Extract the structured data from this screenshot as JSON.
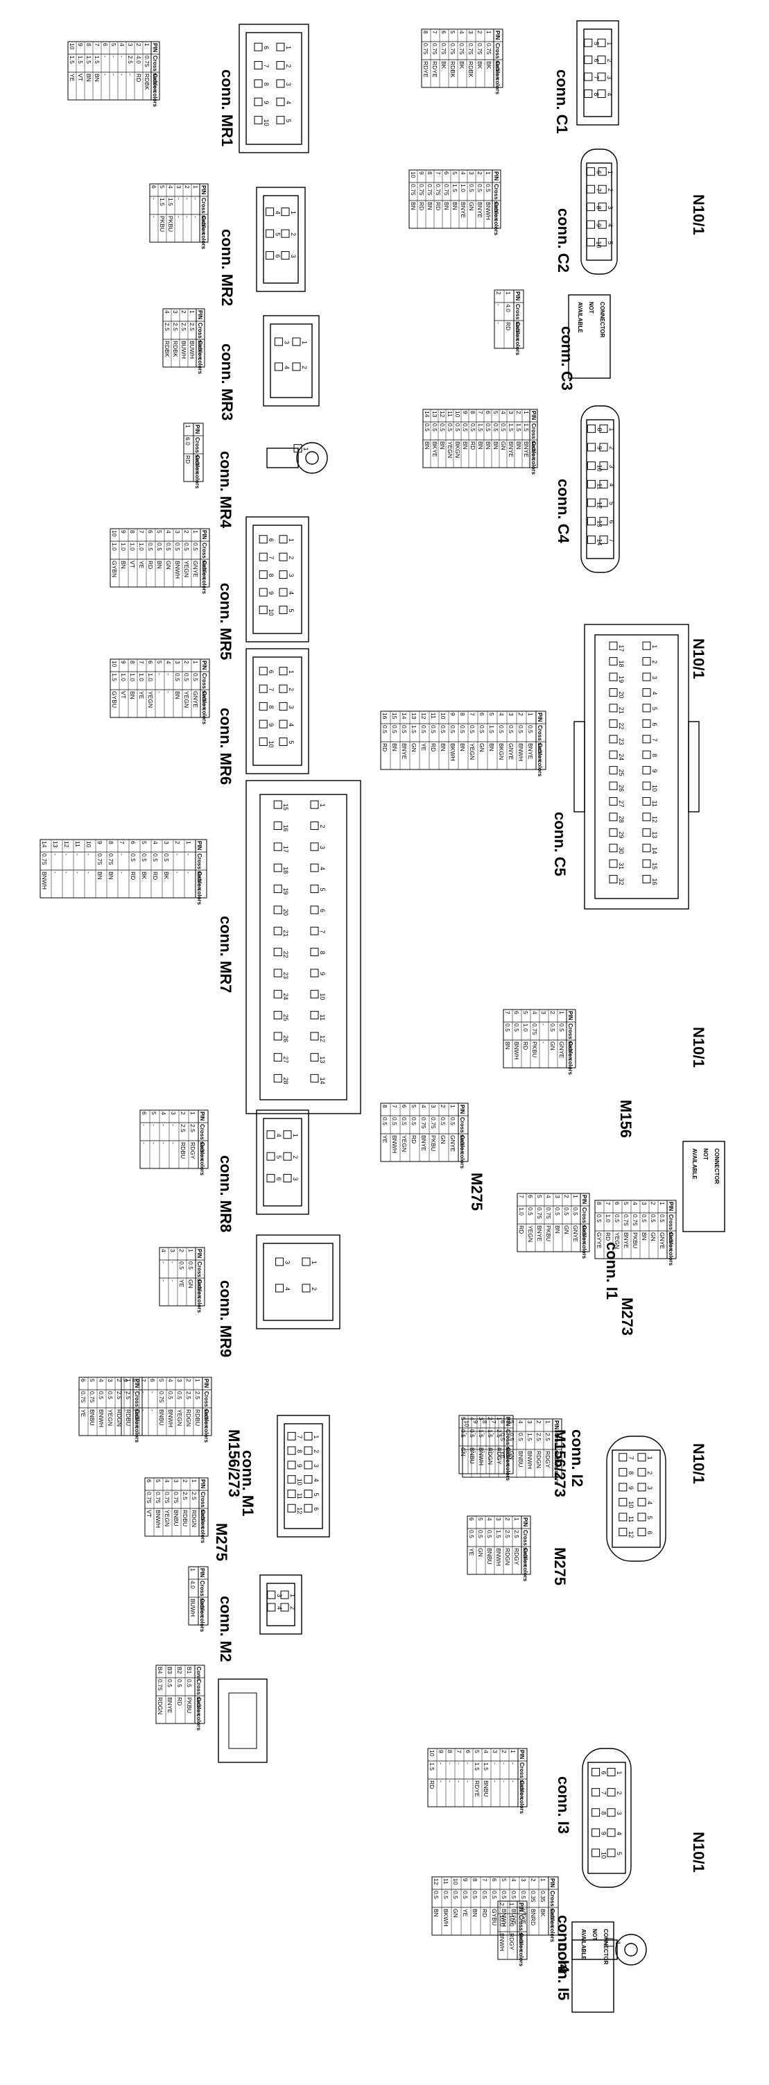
{
  "headers": {
    "pin": "PIN",
    "cross_section": "Cross section",
    "cable_colors": "Cable colors",
    "conn": "Conn"
  },
  "section_labels": [
    "N10/1",
    "N10/1",
    "N10/1",
    "N10/1",
    "N10/1"
  ],
  "not_available": "CONNECTOR NOT AVAILABLE",
  "connectors": [
    {
      "id": "c1",
      "label": "conn. C1",
      "rows": [
        [
          "1",
          "0.75",
          "BK"
        ],
        [
          "2",
          "0.75",
          "BK"
        ],
        [
          "3",
          "0.75",
          "RDBK"
        ],
        [
          "4",
          "0.75",
          "BK"
        ],
        [
          "5",
          "0.75",
          "RDBK"
        ],
        [
          "6",
          "0.75",
          "BK"
        ],
        [
          "7",
          "0.75",
          "RDYE"
        ],
        [
          "8",
          "0.75",
          "RDYE"
        ]
      ]
    },
    {
      "id": "c2",
      "label": "conn. C2",
      "rows": [
        [
          "1",
          "0.5",
          "BNWH"
        ],
        [
          "2",
          "0.5",
          "BNYE"
        ],
        [
          "3",
          "0.5",
          "GN"
        ],
        [
          "4",
          "1.0",
          "BNYE"
        ],
        [
          "5",
          "1.5",
          "BN"
        ],
        [
          "6",
          "0.75",
          "BN"
        ],
        [
          "7",
          "0.75",
          "RD"
        ],
        [
          "8",
          "0.75",
          "BN"
        ],
        [
          "9",
          "0.75",
          "RD"
        ],
        [
          "10",
          "0.75",
          "BN"
        ]
      ]
    },
    {
      "id": "c3",
      "label": "conn. C3",
      "rows": [
        [
          "1",
          "4.0",
          "RD"
        ],
        [
          "2",
          "-",
          "-"
        ]
      ]
    },
    {
      "id": "c4",
      "label": "conn. C4",
      "rows": [
        [
          "1",
          "1.5",
          "BNYE"
        ],
        [
          "2",
          "1.5",
          "BN"
        ],
        [
          "3",
          "1.5",
          "BNYE"
        ],
        [
          "4",
          "0.5",
          "GN"
        ],
        [
          "5",
          "0.5",
          "BN"
        ],
        [
          "6",
          "0.5",
          "BN"
        ],
        [
          "7",
          "1.5",
          "BN"
        ],
        [
          "8",
          "0.5",
          "RD"
        ],
        [
          "9",
          "0.5",
          "BN"
        ],
        [
          "10",
          "0.5",
          "BKGN"
        ],
        [
          "11",
          "0.5",
          "YEGN"
        ],
        [
          "12",
          "0.5",
          "BN"
        ],
        [
          "13",
          "0.5",
          "BKYE"
        ],
        [
          "14",
          "0.5",
          "BN"
        ]
      ]
    },
    {
      "id": "c5",
      "label": "conn. C5",
      "rows": [
        [
          "1",
          "0.5",
          "BNYE"
        ],
        [
          "2",
          "0.5",
          "BNWH"
        ],
        [
          "3",
          "0.5",
          "GNYE"
        ],
        [
          "4",
          "0.5",
          "BKGN"
        ],
        [
          "5",
          "1.5",
          "BN"
        ],
        [
          "6",
          "0.5",
          "GN"
        ],
        [
          "7",
          "0.5",
          "YEGN"
        ],
        [
          "8",
          "0.5",
          "BN"
        ],
        [
          "9",
          "0.5",
          "BKWH"
        ],
        [
          "10",
          "0.5",
          "BN"
        ],
        [
          "11",
          "0.5",
          "RD"
        ],
        [
          "12",
          "0.5",
          "YE"
        ],
        [
          "13",
          "1.5",
          "GN"
        ],
        [
          "14",
          "0.5",
          "BNYE"
        ],
        [
          "15",
          "0.5",
          "BN"
        ],
        [
          "16",
          "0.5",
          "RD"
        ]
      ]
    },
    {
      "id": "mr1",
      "label": "conn. MR1",
      "rows": [
        [
          "1",
          "0.75",
          "RDBK"
        ],
        [
          "2",
          "4.0",
          "RD"
        ],
        [
          "3",
          "2.5",
          "-"
        ],
        [
          "4",
          "-",
          "-"
        ],
        [
          "5",
          "-",
          "-"
        ],
        [
          "6",
          "-",
          "-"
        ],
        [
          "7",
          "1.5",
          "BN"
        ],
        [
          "8",
          "1.5",
          "BN"
        ],
        [
          "9",
          "1.5",
          "VT"
        ],
        [
          "10",
          "1.5",
          "YE"
        ]
      ]
    },
    {
      "id": "mr2",
      "label": "conn. MR2",
      "rows": [
        [
          "1",
          "-",
          "-"
        ],
        [
          "2",
          "-",
          "-"
        ],
        [
          "3",
          "-",
          "-"
        ],
        [
          "4",
          "1.5",
          "PKBU"
        ],
        [
          "5",
          "1.5",
          "PKBU"
        ],
        [
          "6",
          "-",
          "-"
        ]
      ]
    },
    {
      "id": "mr3",
      "label": "conn. MR3",
      "rows": [
        [
          "1",
          "2.5",
          "BUWH"
        ],
        [
          "2",
          "2.5",
          "BUWH"
        ],
        [
          "3",
          "2.5",
          "RDBK"
        ],
        [
          "4",
          "2.5",
          "RDBK"
        ]
      ]
    },
    {
      "id": "mr4",
      "label": "conn. MR4",
      "rows": [
        [
          "1",
          "6.0",
          "RD"
        ]
      ]
    },
    {
      "id": "mr5",
      "label": "conn. MR5",
      "rows": [
        [
          "1",
          "0.5",
          "GNYE"
        ],
        [
          "2",
          "0.5",
          "YEGN"
        ],
        [
          "3",
          "0.5",
          "BNWH"
        ],
        [
          "4",
          "0.5",
          "GN"
        ],
        [
          "5",
          "0.5",
          "BN"
        ],
        [
          "6",
          "0.5",
          "RD"
        ],
        [
          "7",
          "1.0",
          "YE"
        ],
        [
          "8",
          "1.0",
          "VT"
        ],
        [
          "9",
          "1.0",
          "BN"
        ],
        [
          "10",
          "1.0",
          "GYBN"
        ]
      ]
    },
    {
      "id": "mr6",
      "label": "conn. MR6",
      "rows": [
        [
          "1",
          "0.5",
          "GNYE"
        ],
        [
          "2",
          "0.5",
          "YEGN"
        ],
        [
          "3",
          "0.5",
          "BN"
        ],
        [
          "4",
          "-",
          "-"
        ],
        [
          "5",
          "-",
          "-"
        ],
        [
          "6",
          "1.0",
          "YEGN"
        ],
        [
          "7",
          "1.0",
          "YE"
        ],
        [
          "8",
          "1.0",
          "BN"
        ],
        [
          "9",
          "1.0",
          "VT"
        ],
        [
          "10",
          "1.5",
          "GYBU"
        ]
      ]
    },
    {
      "id": "mr7",
      "label": "conn. MR7",
      "rows": [
        [
          "1",
          "-",
          "-"
        ],
        [
          "2",
          "-",
          "-"
        ],
        [
          "3",
          "0.5",
          "BK"
        ],
        [
          "4",
          "0.5",
          "RD"
        ],
        [
          "5",
          "0.5",
          "BK"
        ],
        [
          "6",
          "0.5",
          "RD"
        ],
        [
          "7",
          "-",
          "-"
        ],
        [
          "8",
          "0.75",
          "BN"
        ],
        [
          "9",
          "0.75",
          "BN"
        ],
        [
          "10",
          "-",
          "-"
        ],
        [
          "11",
          "-",
          "-"
        ],
        [
          "12",
          "-",
          "-"
        ],
        [
          "13",
          "-",
          "-"
        ],
        [
          "14",
          "0.75",
          "BNWH"
        ]
      ]
    },
    {
      "id": "mr8",
      "label": "conn. MR8",
      "rows": [
        [
          "1",
          "2.5",
          "RDGY"
        ],
        [
          "2",
          "2.5",
          "RDBU"
        ],
        [
          "3",
          "-",
          "-"
        ],
        [
          "4",
          "-",
          "-"
        ],
        [
          "5",
          "-",
          "-"
        ],
        [
          "6",
          "-",
          "-"
        ]
      ]
    },
    {
      "id": "mr9",
      "label": "conn. MR9",
      "rows": [
        [
          "1",
          "0.5",
          "GN"
        ],
        [
          "2",
          "0.5",
          "YE"
        ],
        [
          "3",
          "-",
          "-"
        ],
        [
          "4",
          "-",
          "-"
        ]
      ]
    },
    {
      "id": "m1",
      "label": "conn. M1",
      "rows": [
        [
          "1",
          "2.5",
          "RDBU"
        ],
        [
          "2",
          "2.5",
          "RDGN"
        ],
        [
          "3",
          "0.5",
          "YEGN"
        ],
        [
          "4",
          "0.5",
          "BNWH"
        ],
        [
          "5",
          "0.75",
          "BNBU"
        ],
        [
          "6",
          "-",
          "-"
        ],
        [
          "7",
          "-",
          "-"
        ],
        [
          "8",
          "-",
          "-"
        ],
        [
          "9",
          "-",
          "-"
        ]
      ]
    },
    {
      "id": "m2",
      "label": "conn. M2",
      "rows": [
        [
          "1",
          "4.0",
          "BUWH"
        ]
      ]
    },
    {
      "id": "i1",
      "label": "conn. I1",
      "rows": [
        [
          "1",
          "0.5",
          "GNYE"
        ],
        [
          "2",
          "0.5",
          "GN"
        ],
        [
          "3",
          "0.5",
          "BN"
        ],
        [
          "4",
          "0.75",
          "PKBU"
        ],
        [
          "5",
          "0.75",
          "BNYE"
        ],
        [
          "6",
          "0.5",
          "YEGN"
        ],
        [
          "7",
          "1.0",
          "RD"
        ],
        [
          "8",
          "0.5",
          "GYYE"
        ]
      ]
    },
    {
      "id": "i2",
      "label": "conn. I2",
      "rows": [
        [
          "1",
          "2.5",
          "RDGY"
        ],
        [
          "2",
          "2.5",
          "RDGN"
        ],
        [
          "3",
          "1.5",
          "BNWH"
        ],
        [
          "4",
          "0.5",
          "BNBU"
        ],
        [
          "5",
          "0.5",
          "GN"
        ],
        [
          "6",
          "0.5",
          "YE"
        ],
        [
          "7",
          "-",
          "-"
        ],
        [
          "8",
          "-",
          "-"
        ],
        [
          "9",
          "-",
          "-"
        ],
        [
          "10",
          "-",
          "-"
        ]
      ]
    },
    {
      "id": "i3",
      "label": "conn. I3",
      "rows": [
        [
          "1",
          "-",
          "-"
        ],
        [
          "2",
          "-",
          "-"
        ],
        [
          "3",
          "-",
          "-"
        ],
        [
          "4",
          "1.5",
          "BNBU"
        ],
        [
          "5",
          "1.5",
          "RDYE"
        ],
        [
          "6",
          "-",
          "-"
        ],
        [
          "7",
          "-",
          "-"
        ],
        [
          "8",
          "-",
          "-"
        ],
        [
          "9",
          "-",
          "-"
        ],
        [
          "10",
          "1.5",
          "RD"
        ]
      ]
    },
    {
      "id": "i4",
      "label": "conn. I4",
      "rows": [
        [
          "1",
          "10.0",
          "RDGY"
        ],
        [
          "2",
          "10.0",
          "BNWH"
        ]
      ]
    },
    {
      "id": "i5",
      "label": "conn. I5",
      "rows": [
        [
          "1",
          "0.35",
          "BK"
        ],
        [
          "2",
          "0.35",
          "BNRD"
        ],
        [
          "3",
          "0.5",
          "VTYE"
        ],
        [
          "4",
          "0.5",
          "BUYE"
        ],
        [
          "5",
          "0.5",
          "BNWH"
        ],
        [
          "6",
          "0.5",
          "GYBU"
        ],
        [
          "7",
          "0.5",
          "RD"
        ],
        [
          "8",
          "0.5",
          "BN"
        ],
        [
          "9",
          "0.5",
          "YE"
        ],
        [
          "10",
          "0.5",
          "GN"
        ],
        [
          "11",
          "0.5",
          "BKWH"
        ],
        [
          "12",
          "0.5",
          "BN"
        ]
      ]
    }
  ],
  "sub_tables": [
    {
      "id": "m156",
      "label": "M156",
      "rows": [
        [
          "1",
          "0.5",
          "GNYE"
        ],
        [
          "2",
          "0.5",
          "GN"
        ],
        [
          "3",
          "-",
          "-"
        ],
        [
          "4",
          "0.75",
          "PKBU"
        ],
        [
          "5",
          "1.0",
          "RD"
        ],
        [
          "6",
          "0.5",
          "BNWH"
        ],
        [
          "7",
          "0.5",
          "BN"
        ]
      ]
    },
    {
      "id": "m273",
      "label": "M273",
      "rows": [
        [
          "1",
          "0.5",
          "GNYE"
        ],
        [
          "2",
          "0.5",
          "GN"
        ],
        [
          "3",
          "0.5",
          "BN"
        ],
        [
          "4",
          "0.75",
          "PKBU"
        ],
        [
          "5",
          "0.75",
          "BNYE"
        ],
        [
          "6",
          "0.5",
          "YEGN"
        ],
        [
          "7",
          "1.0",
          "RD"
        ]
      ]
    },
    {
      "id": "m275",
      "label": "M275",
      "rows": [
        [
          "1",
          "0.5",
          "GNYE"
        ],
        [
          "2",
          "0.5",
          "GN"
        ],
        [
          "3",
          "0.75",
          "PKBU"
        ],
        [
          "4",
          "0.75",
          "BNYE"
        ],
        [
          "5",
          "0.5",
          "RD"
        ],
        [
          "6",
          "0.5",
          "YEGN"
        ],
        [
          "7",
          "0.5",
          "BNWH"
        ],
        [
          "8",
          "0.5",
          "YE"
        ]
      ]
    },
    {
      "id": "m156-273",
      "label": "M156/273",
      "rows": [
        [
          "1",
          "2.5",
          "RDBU"
        ],
        [
          "2",
          "2.5",
          "RDGN"
        ],
        [
          "3",
          "0.5",
          "YEGN"
        ],
        [
          "4",
          "0.5",
          "BNWH"
        ],
        [
          "5",
          "0.75",
          "BNBU"
        ],
        [
          "6",
          "0.75",
          "YE"
        ]
      ]
    },
    {
      "id": "m275-m1",
      "label": "M275",
      "rows": [
        [
          "1",
          "2.5",
          "RDGN"
        ],
        [
          "2",
          "2.5",
          "RDBU"
        ],
        [
          "3",
          "0.75",
          "BNBU"
        ],
        [
          "4",
          "0.75",
          "YEGN"
        ],
        [
          "5",
          "0.75",
          "BNWH"
        ],
        [
          "6",
          "0.75",
          "VT"
        ]
      ]
    },
    {
      "id": "i2-m156",
      "label": "M156/273",
      "rows": [
        [
          "1",
          "2.5",
          "RDGY"
        ],
        [
          "2",
          "1.5",
          "RDGN"
        ],
        [
          "3",
          "1.5",
          "BNWH"
        ],
        [
          "4",
          "0.5",
          "BNBU"
        ],
        [
          "5",
          "0.5",
          "GN"
        ]
      ]
    },
    {
      "id": "i2-m275",
      "label": "M275",
      "rows": [
        [
          "1",
          "2.5",
          "RDGY"
        ],
        [
          "2",
          "2.5",
          "RDGN"
        ],
        [
          "3",
          "1.5",
          "BNWH"
        ],
        [
          "4",
          "0.5",
          "BNBU"
        ],
        [
          "5",
          "0.5",
          "GN"
        ],
        [
          "6",
          "0.5",
          "YE"
        ]
      ]
    },
    {
      "id": "conn-table",
      "label": "",
      "rows": [
        [
          "B1",
          "0.5",
          "PKBU"
        ],
        [
          "B2",
          "0.5",
          "RD"
        ],
        [
          "B3",
          "0.5",
          "BNYE"
        ],
        [
          "B4",
          "0.75",
          "RDGN"
        ]
      ]
    }
  ]
}
